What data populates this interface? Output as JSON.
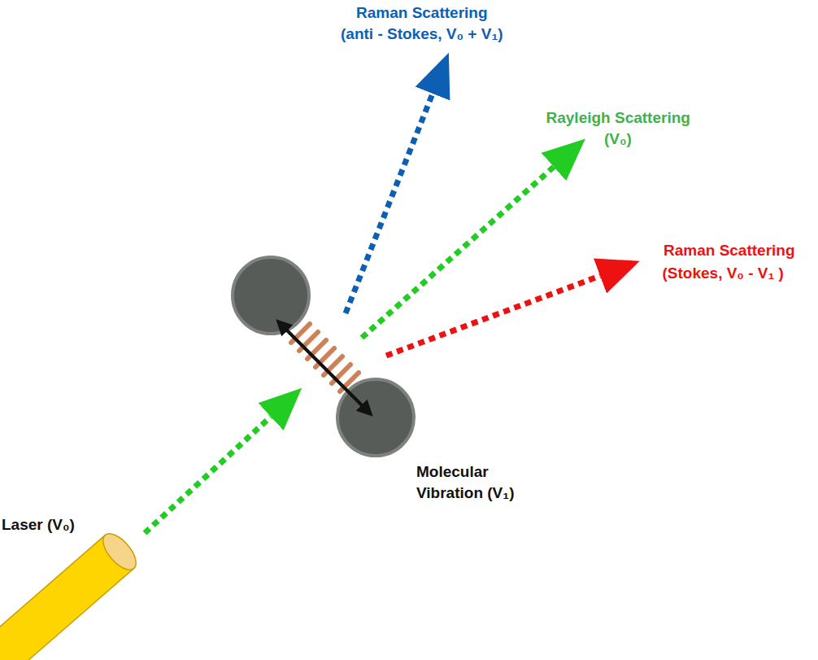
{
  "diagram": {
    "labels": [
      "Raman Scattering",
      "(anti - Stokes, V₀ + V₁)",
      "Rayleigh Scattering",
      "(V₀)",
      "Raman Scattering",
      "(Stokes, V₀ - V₁ )",
      "Molecular",
      "Vibration (V₁)",
      "Laser (V₀)"
    ]
  }
}
